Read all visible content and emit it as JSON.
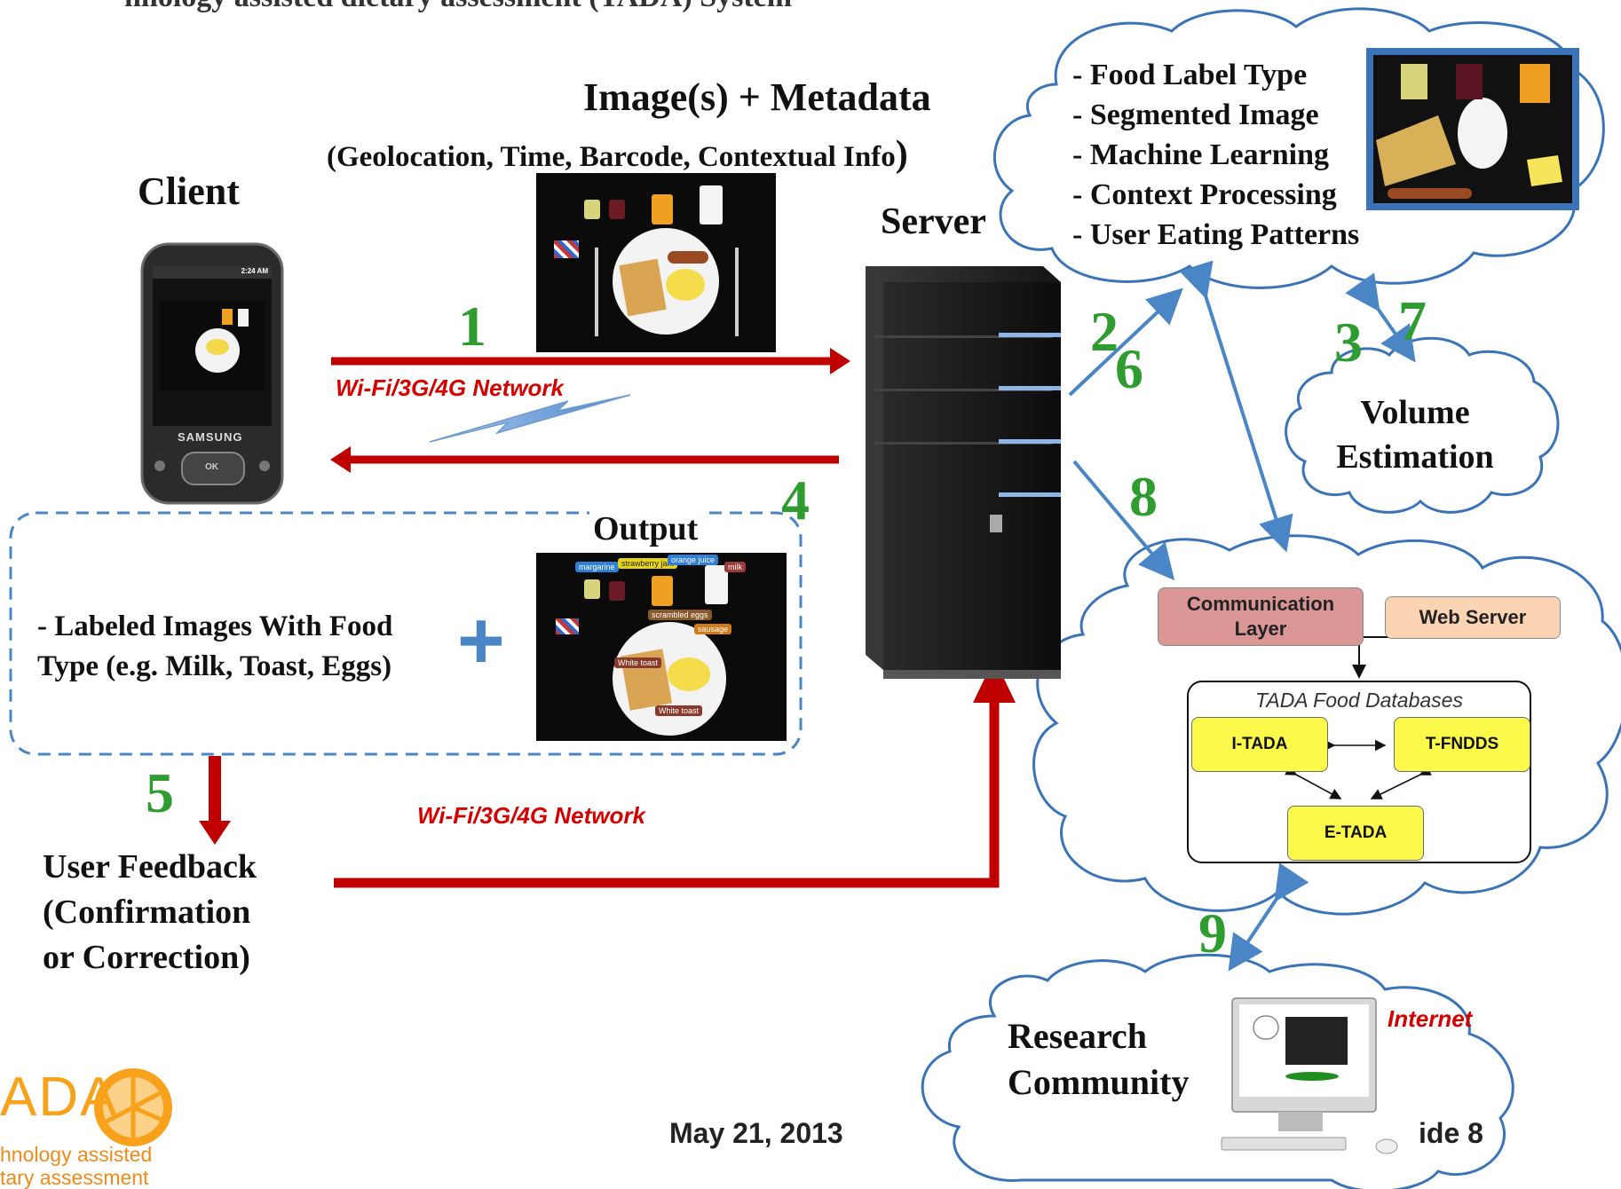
{
  "header_fragment": "hnology assisted dietary assessment (TADA) System",
  "client": {
    "title": "Client",
    "phone_brand": "SAMSUNG",
    "phone_time": "2:24 AM",
    "phone_ok": "OK"
  },
  "transmission": {
    "title": "Image(s) + Metadata",
    "subtitle": "(Geolocation, Time, Barcode, Contextual Info",
    "subtitle_close": ")",
    "network_1": "Wi-Fi/3G/4G Network",
    "network_2": "Wi-Fi/3G/4G Network"
  },
  "server": {
    "title": "Server"
  },
  "steps": {
    "s1": "1",
    "s2": "2",
    "s3": "3",
    "s4": "4",
    "s5": "5",
    "s6": "6",
    "s7": "7",
    "s8": "8",
    "s9": "9"
  },
  "analysis_cloud": {
    "items": [
      "- Food Label Type",
      "- Segmented Image",
      "- Machine Learning",
      "- Context Processing",
      "- User Eating Patterns"
    ]
  },
  "volume_cloud": {
    "line1": "Volume",
    "line2": "Estimation"
  },
  "output": {
    "title": "Output",
    "labeled_line1": "- Labeled Images With Food",
    "labeled_line2": "Type  (e.g. Milk, Toast, Eggs)",
    "plus": "+",
    "tags": [
      "margarine",
      "strawberry jam",
      "orange juice",
      "milk",
      "scrambled eggs",
      "sausage",
      "White toast",
      "White toast"
    ]
  },
  "feedback": {
    "line1": "User Feedback",
    "line2": "(Confirmation",
    "line3": "or Correction)"
  },
  "database_cloud": {
    "communication_layer": "Communication Layer",
    "web_server": "Web Server",
    "db_title": "TADA Food Databases",
    "i_tada": "I-TADA",
    "t_fndds": "T-FNDDS",
    "e_tada": "E-TADA"
  },
  "research_cloud": {
    "line1": "Research",
    "line2": "Community",
    "internet": "Internet"
  },
  "footer": {
    "date": "May 21, 2013",
    "slide": "ide 8",
    "logo_text": "ADA",
    "logo_tagline_1": "hnology assisted",
    "logo_tagline_2": "tary assessment"
  },
  "colors": {
    "arrow_red": "#c00000",
    "arrow_blue": "#4a86c6",
    "step_green": "#2e9c2e",
    "network_red": "#d40000",
    "cloud_blue": "#3b73b9",
    "db_yellow": "#fbf94a",
    "comm_layer": "#d99694",
    "web_server": "#fbd4b4"
  }
}
